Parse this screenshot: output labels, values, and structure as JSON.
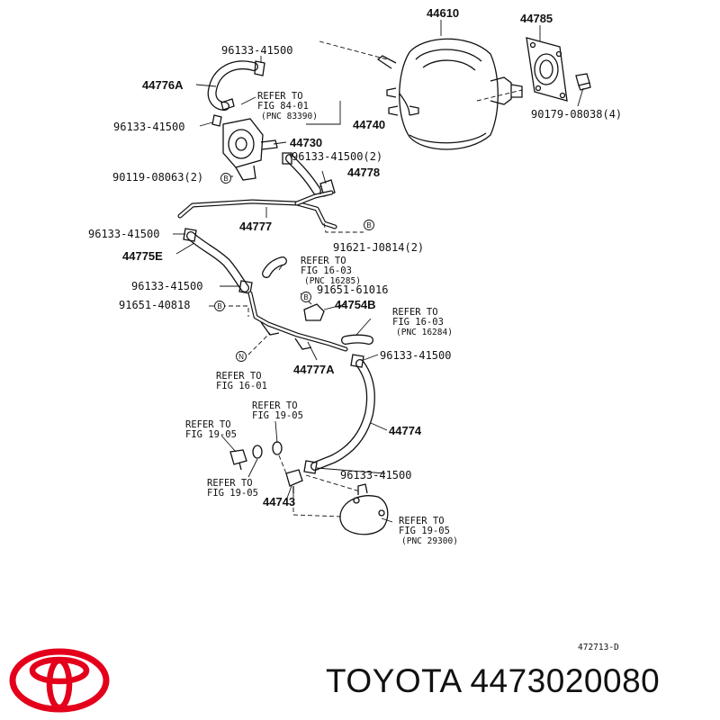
{
  "diagram": {
    "labels": {
      "p44610": "44610",
      "p44785": "44785",
      "p96133_top": "96133-41500",
      "p44776a": "44776A",
      "refer_84_l1": "REFER TO",
      "refer_84_l2": "FIG 84-01",
      "refer_84_l3": "(PNC 83390)",
      "p44740": "44740",
      "p96133_left": "96133-41500",
      "p44730": "44730",
      "p90179": "90179-08038(4)",
      "p96133_2": "96133-41500(2)",
      "p90119": "90119-08063(2)",
      "p44778": "44778",
      "p44777": "44777",
      "p96133_mid": "96133-41500",
      "p91621": "91621-J0814(2)",
      "p44775e": "44775E",
      "refer_1603a_l1": "REFER TO",
      "refer_1603a_l2": "FIG 16-03",
      "refer_1603a_l3": "(PNC 16285)",
      "p96133_low": "96133-41500",
      "p91651_61016": "91651-61016",
      "p91651_40818": "91651-40818",
      "p44754b": "44754B",
      "refer_1603b_l1": "REFER TO",
      "refer_1603b_l2": "FIG 16-03",
      "refer_1603b_l3": "(PNC 16284)",
      "p96133_right": "96133-41500",
      "refer_1601_l1": "REFER TO",
      "refer_1601_l2": "FIG 16-01",
      "p44777a": "44777A",
      "refer_1905a_l1": "REFER TO",
      "refer_1905a_l2": "FIG 19-05",
      "refer_1905b_l1": "REFER TO",
      "refer_1905b_l2": "FIG 19-05",
      "p44774": "44774",
      "refer_1905c_l1": "REFER TO",
      "refer_1905c_l2": "FIG 19-05",
      "p96133_bottom": "96133-41500",
      "p44743": "44743",
      "refer_1905d_l1": "REFER TO",
      "refer_1905d_l2": "FIG 19-05",
      "refer_1905d_l3": "(PNC 29300)",
      "illustration_code": "472713-D"
    },
    "ref_markers": {
      "b1": "B",
      "b2": "B",
      "b3": "B",
      "b4": "B",
      "n1": "N"
    }
  },
  "footer": {
    "brand_part": "TOYOTA 4473020080",
    "logo_color": "#e4001b"
  }
}
